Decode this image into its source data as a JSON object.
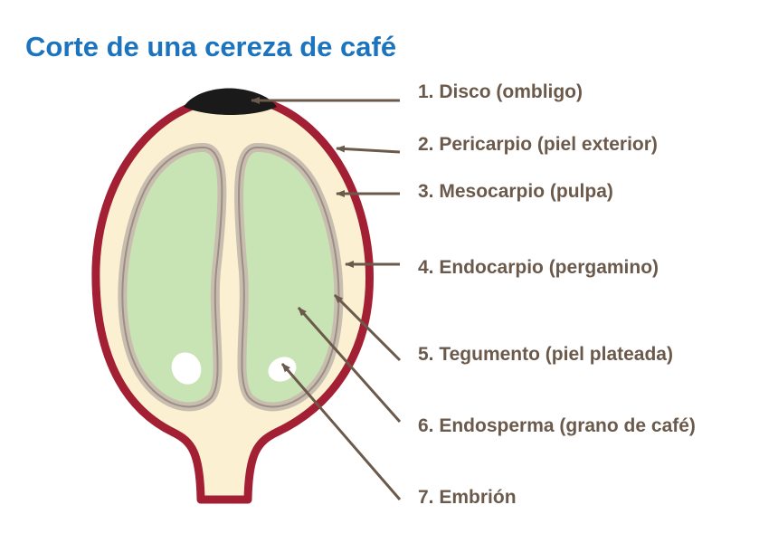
{
  "title": "Corte de una cereza de café",
  "labels": [
    "1. Disco (ombligo)",
    "2. Pericarpio (piel exterior)",
    "3. Mesocarpio (pulpa)",
    "4. Endocarpio (pergamino)",
    "5. Tegumento (piel plateada)",
    "6. Endosperma (grano de café)",
    "7. Embrión"
  ],
  "colors": {
    "title": "#1b74bd",
    "label_text": "#6b5a4b",
    "arrow": "#6b5a4b",
    "disc": "#1a1a1a",
    "pericarp": "#a31f34",
    "mesocarp": "#fbf1d2",
    "parchment": "#c9bdb0",
    "silverskin": "#9a8f85",
    "endosperm": "#c8e3b4",
    "embryo": "#ffffff"
  }
}
